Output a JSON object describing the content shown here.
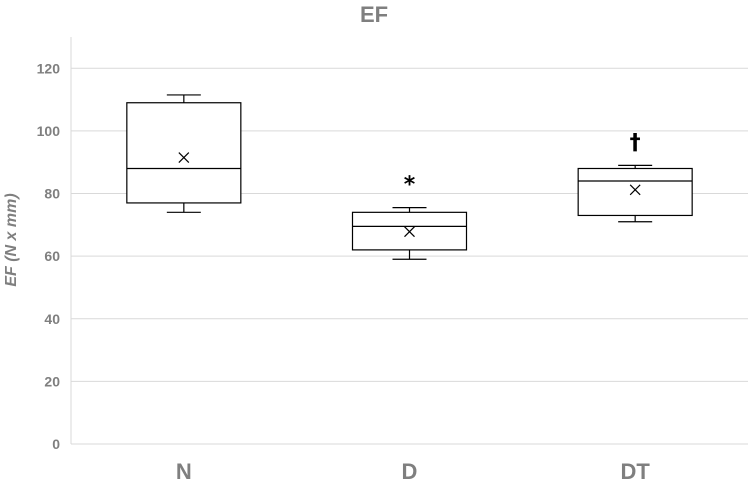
{
  "chart_data": {
    "type": "box",
    "title": "EF",
    "ylabel": "EF (N x mm)",
    "xlabel": "",
    "ylim": [
      0,
      130
    ],
    "yticks": [
      0,
      20,
      40,
      60,
      80,
      100,
      120
    ],
    "grid": true,
    "legend": "none",
    "categories": [
      "N",
      "D",
      "DT"
    ],
    "boxes": [
      {
        "category": "N",
        "min": 74,
        "q1": 77,
        "median": 88,
        "q3": 109,
        "max": 111.5,
        "mean": 91.5,
        "annotation": ""
      },
      {
        "category": "D",
        "min": 59,
        "q1": 62,
        "median": 69.5,
        "q3": 74,
        "max": 75.5,
        "mean": 67.8,
        "annotation": "*"
      },
      {
        "category": "DT",
        "min": 71,
        "q1": 73,
        "median": 84,
        "q3": 88,
        "max": 89,
        "mean": 81.2,
        "annotation": "†"
      }
    ]
  }
}
